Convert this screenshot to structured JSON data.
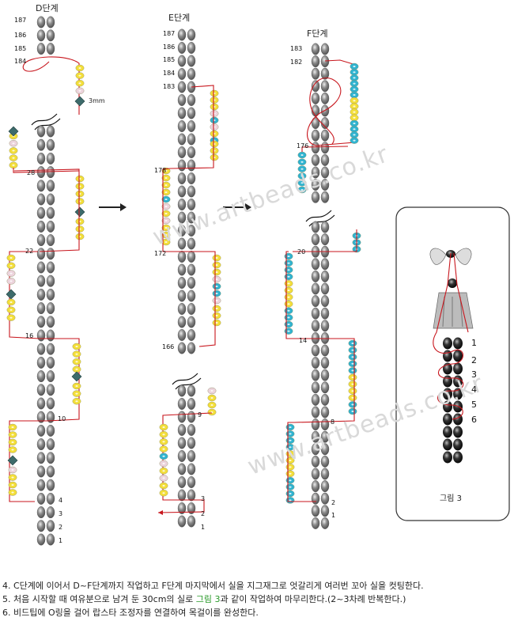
{
  "stages": {
    "d": {
      "title": "D단계",
      "labels": [
        "187",
        "186",
        "185",
        "184",
        "28",
        "22",
        "16",
        "10",
        "4",
        "3",
        "2",
        "1"
      ]
    },
    "e": {
      "title": "E단계",
      "labels": [
        "187",
        "186",
        "185",
        "184",
        "183",
        "178",
        "172",
        "166",
        "9",
        "3",
        "2",
        "1"
      ]
    },
    "f": {
      "title": "F단계",
      "labels": [
        "183",
        "182",
        "176",
        "20",
        "14",
        "8",
        "2",
        "1"
      ]
    }
  },
  "bead_size_label": "3mm",
  "figure3": {
    "caption": "그림 3",
    "step_labels": [
      "1",
      "2",
      "3",
      "4",
      "5",
      "6"
    ]
  },
  "watermark": "www.artbeads.co.kr",
  "instructions": [
    {
      "prefix": "4. C단계에 이어서 D~F단계까지 작업하고 F단계 마지막에서 실을 지그재그로 엇갈리게 여러번 꼬아 실을 컷팅한다.",
      "highlight": "",
      "suffix": ""
    },
    {
      "prefix": "5. 처음 시작할 때 여유분으로 남겨 둔 30cm의 실로 ",
      "highlight": "그림 3",
      "suffix": "과 같이 작업하여 마무리한다.(2~3차례 반복한다.)"
    },
    {
      "prefix": "6. 비드팁에 O링을 걸어 랍스타 조정자를 연결하여 목걸이를 완성한다.",
      "highlight": "",
      "suffix": ""
    }
  ],
  "colors": {
    "gray_bead": "#8a8a8a",
    "yellow_bead": "#f3de3a",
    "pink_bead": "#ecd3dc",
    "blue_bead": "#2fb3d0",
    "thread": "#c8161d",
    "diamond": "#3d6b6b"
  }
}
